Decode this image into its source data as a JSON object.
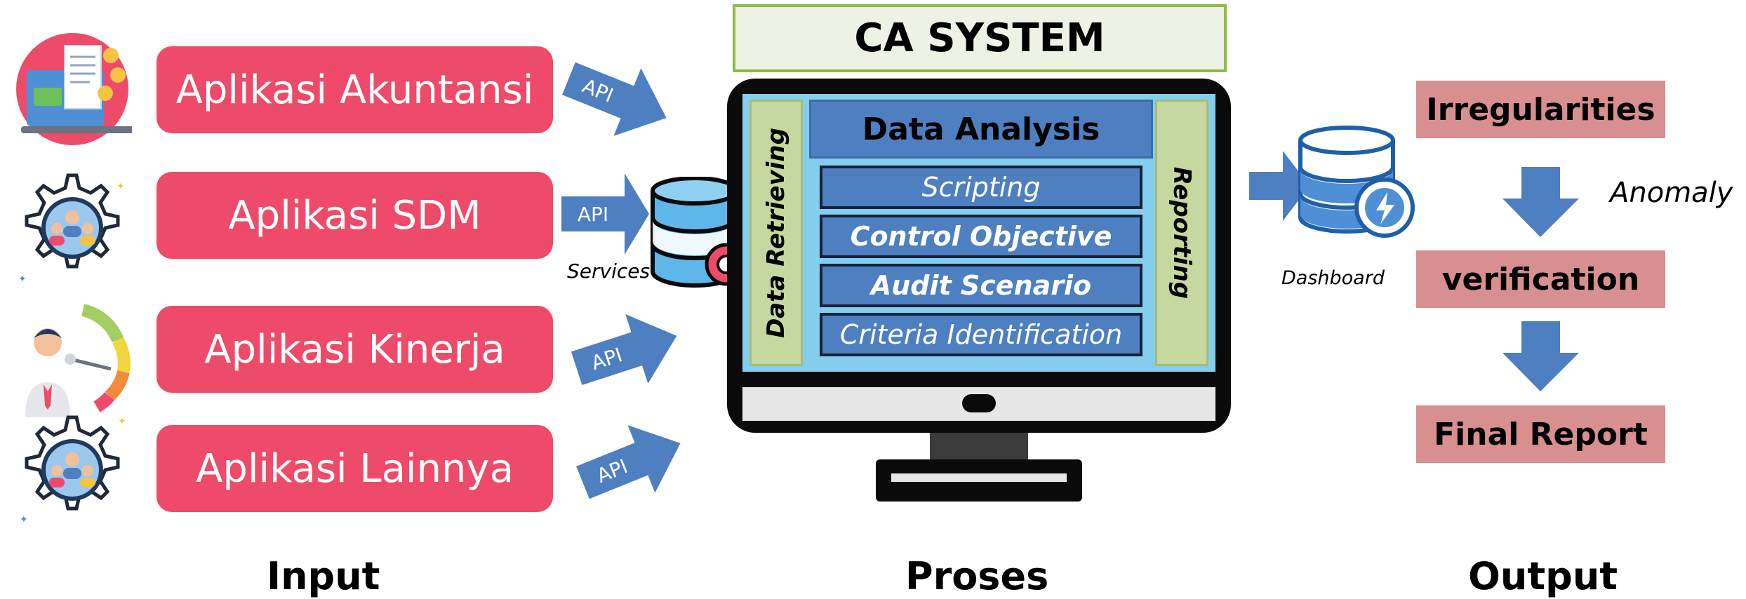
{
  "inputs": [
    {
      "label": "Aplikasi Akuntansi",
      "icon": "accounting-laptop-icon"
    },
    {
      "label": "Aplikasi SDM",
      "icon": "team-gear-icon"
    },
    {
      "label": "Aplikasi Kinerja",
      "icon": "performance-gauge-icon"
    },
    {
      "label": "Aplikasi Lainnya",
      "icon": "team-gear-icon"
    }
  ],
  "api_label": "API",
  "services_label": "Services",
  "process": {
    "title": "CA SYSTEM",
    "left_bar": "Data Retrieving",
    "right_bar": "Reporting",
    "header": "Data Analysis",
    "rows": [
      "Scripting",
      "Control Objective",
      "Audit Scenario",
      "Criteria Identification"
    ]
  },
  "dashboard_label": "Dashboard",
  "outputs": {
    "steps": [
      "Irregularities",
      "verification",
      "Final Report"
    ],
    "anomaly_label": "Anomaly"
  },
  "sections": {
    "input": "Input",
    "process": "Proses",
    "output": "Output"
  },
  "colors": {
    "app_box": "#ee4b6a",
    "arrow_blue": "#4e7fc1",
    "title_border": "#8fbc45",
    "side_bar": "#c5d89f",
    "output_box": "#d88f90",
    "screen": "#84cdec"
  }
}
